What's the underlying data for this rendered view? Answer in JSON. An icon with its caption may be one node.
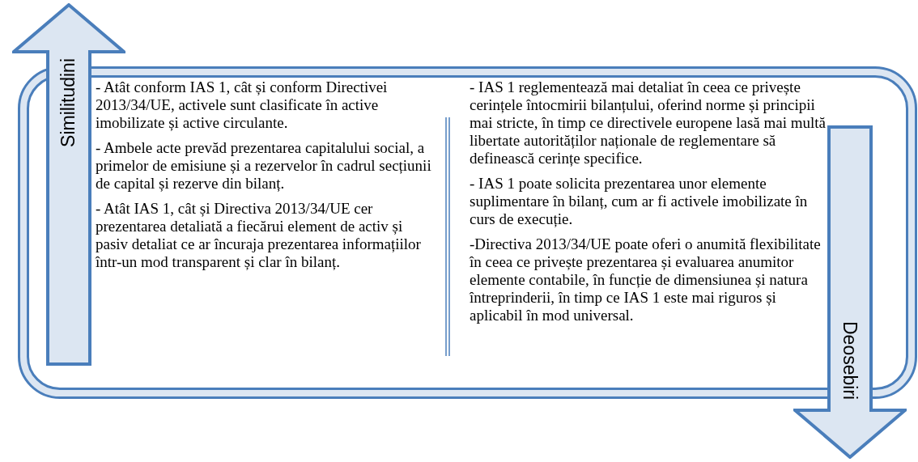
{
  "diagram": {
    "nodes": [
      {
        "text": [
          "Similitudini"
        ]
      },
      {
        "text": [
          "Deosebiri"
        ]
      }
    ],
    "labels": [
      "- Atât conform IAS 1, cât și conform Directivei 2013/34/UE, activele sunt clasificate în active imobilizate și active circulante.",
      "- Ambele acte prevăd prezentarea capitalului social, a primelor de emisiune și a rezervelor în cadrul secțiunii de capital și rezerve din bilanț.",
      "- Atât IAS 1, cât și Directiva 2013/34/UE cer prezentarea detaliată a fiecărui element de activ și pasiv detaliat ce ar încuraja prezentarea informațiilor într-un mod transparent și clar în bilanț.",
      "- IAS 1 reglementează mai detaliat în ceea ce privește cerințele întocmirii bilanțului, oferind norme și principii mai stricte, în timp ce directivele europene lasă mai multă libertate autorităților naționale de reglementare să definească cerințe specifice.",
      "- IAS 1 poate solicita prezentarea unor elemente suplimentare în bilanț, cum ar fi activele imobilizate în curs de execuție.",
      "-Directiva 2013/34/UE poate oferi o anumită flexibilitate în ceea ce privește prezentarea și evaluarea anumitor elemente contabile, în funcție de dimensiunea și natura întreprinderii, în timp ce IAS 1 este mai riguros și aplicabil în mod universal."
    ]
  }
}
